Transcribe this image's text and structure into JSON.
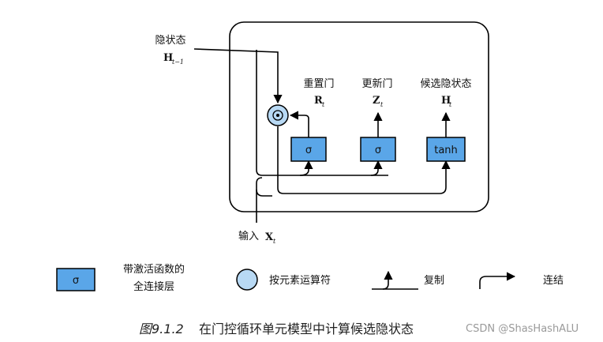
{
  "hidden_state": {
    "label": "隐状态",
    "symbol": "H",
    "subscript": "t−1"
  },
  "reset_gate": {
    "label": "重置门",
    "symbol": "R",
    "subscript": "t",
    "activation": "σ"
  },
  "update_gate": {
    "label": "更新门",
    "symbol": "Z",
    "subscript": "t",
    "activation": "σ"
  },
  "candidate_state": {
    "label": "候选隐状态",
    "symbol": "H",
    "subscript": "t",
    "activation": "tanh"
  },
  "input": {
    "label": "输入",
    "symbol": "X",
    "subscript": "t"
  },
  "legend": {
    "fc_layer": {
      "symbol": "σ",
      "label_line1": "带激活函数的",
      "label_line2": "全连接层"
    },
    "pointwise": {
      "label": "按元素运算符"
    },
    "copy": {
      "label": "复制"
    },
    "concat": {
      "label": "连结"
    }
  },
  "caption": {
    "fig": "图9.1.2",
    "text": "在门控循环单元模型中计算候选隐状态"
  },
  "watermark": "CSDN @ShasHashALU",
  "colors": {
    "box_fill": "#5aa6e8",
    "circle_fill": "#b8d9f4",
    "stroke": "#000000"
  }
}
